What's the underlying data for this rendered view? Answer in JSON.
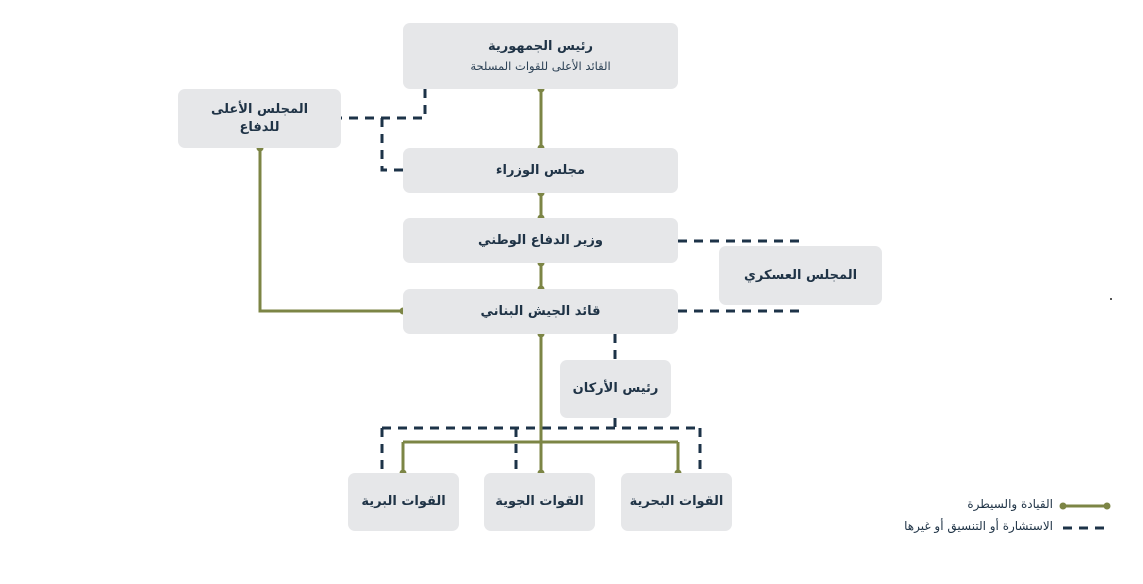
{
  "nodes": {
    "president": {
      "title": "رئيس الجمهورية",
      "subtitle": "القائد الأعلى للقوات المسلحة"
    },
    "supreme_defense_council": {
      "title": "المجلس الأعلى للدفاع"
    },
    "council_of_ministers": {
      "title": "مجلس الوزراء"
    },
    "defense_minister": {
      "title": "وزير الدفاع الوطني"
    },
    "military_council": {
      "title": "المجلس العسكري"
    },
    "army_commander": {
      "title": "قائد الجيش البناني"
    },
    "chief_of_staff": {
      "title": "رئيس الأركان"
    },
    "land_forces": {
      "title": "القوات البرية"
    },
    "air_forces": {
      "title": "القوات الجوية"
    },
    "naval_forces": {
      "title": "القوات البحرية"
    }
  },
  "legend": {
    "command": "القيادة والسيطرة",
    "consultation": "الاستشارة أو التنسيق أو غيرها"
  },
  "colors": {
    "command_line": "#7c8545",
    "consult_line": "#1d3348",
    "box_fill": "#e6e7e9",
    "text": "#1f3346"
  }
}
